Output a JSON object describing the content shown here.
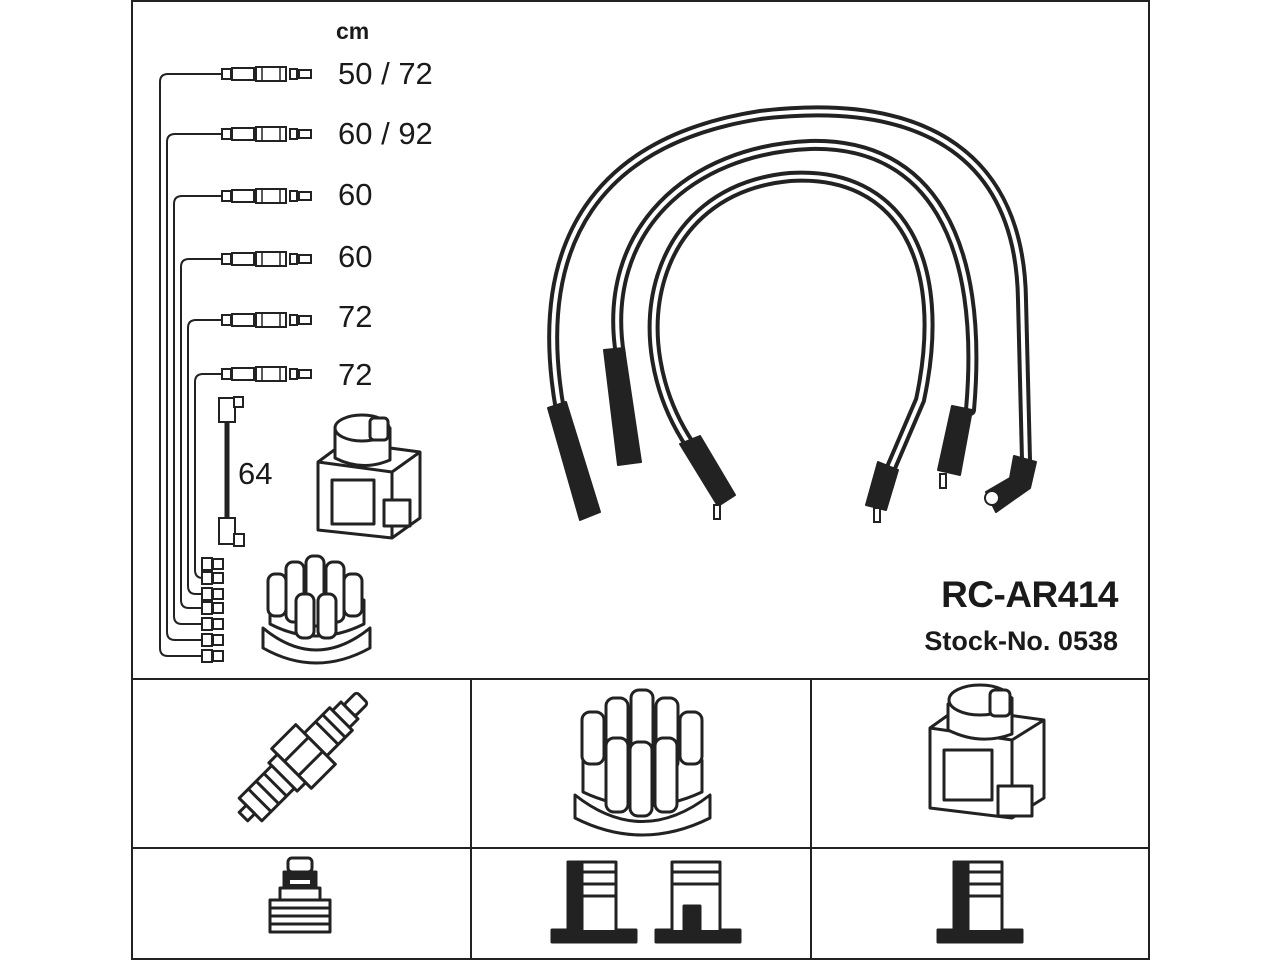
{
  "unit_label": "cm",
  "cable_lengths": [
    "50 / 72",
    "60 / 92",
    "60",
    "60",
    "72",
    "72"
  ],
  "coil_lead_length": "64",
  "part_number": "RC-AR414",
  "stock_number": "Stock-No. 0538",
  "colors": {
    "ink": "#1a1a1a",
    "paper": "#ffffff",
    "frame": "#222222"
  },
  "icons": [
    "ignition-coil-icon",
    "distributor-cap-icon",
    "spark-plug-icon",
    "plug-terminal-icon",
    "cap-socket-icon",
    "coil-socket-icon",
    "ignition-cables-icon"
  ]
}
